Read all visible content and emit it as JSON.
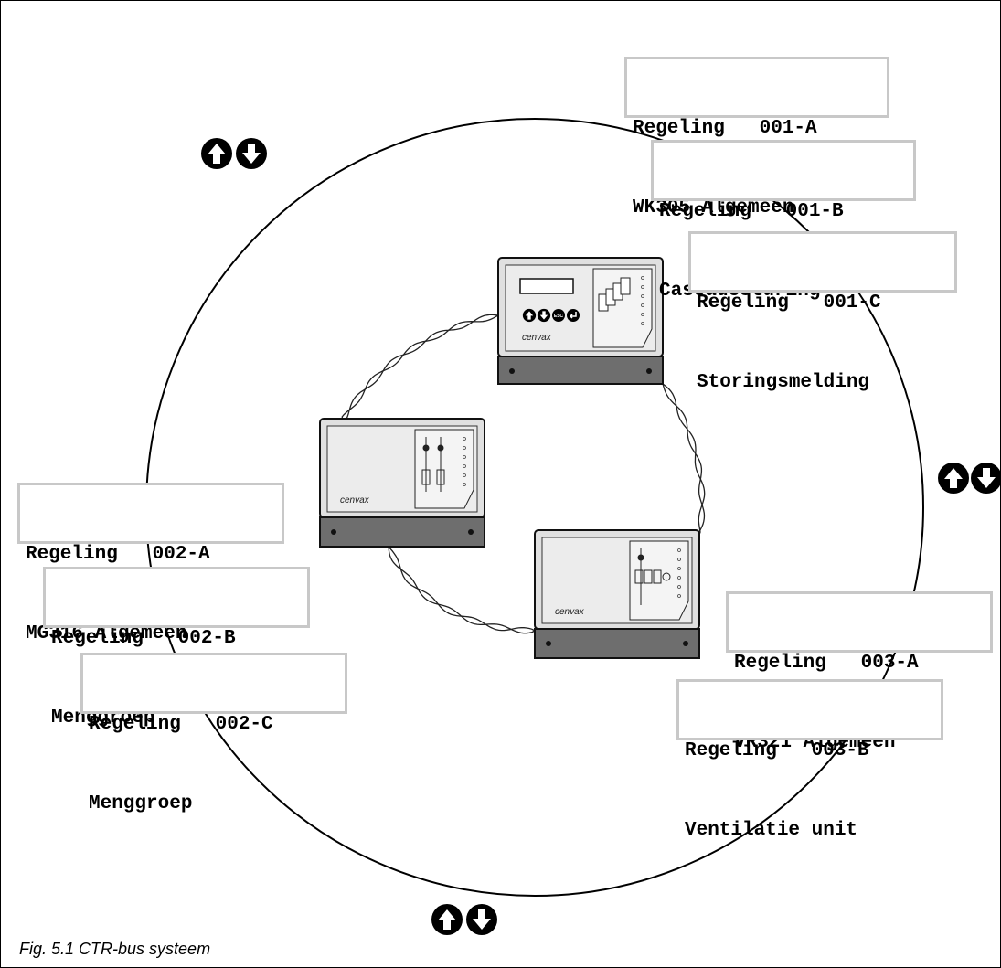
{
  "caption": "Fig. 5.1  CTR-bus systeem",
  "brand": "cenvax",
  "esc_label": "ESC",
  "panels": [
    {
      "id": "001-A",
      "line1": "Regeling   001-A",
      "line2": "WK305 Algemeen"
    },
    {
      "id": "001-B",
      "line1": "Regeling   001-B",
      "line2": "Cascadesturing"
    },
    {
      "id": "001-C",
      "line1": "Regeling   001-C",
      "line2": "Storingsmelding"
    },
    {
      "id": "002-A",
      "line1": "Regeling   002-A",
      "line2": "MG316 Algemeen"
    },
    {
      "id": "002-B",
      "line1": "Regeling   002-B",
      "line2": "Menggroep"
    },
    {
      "id": "002-C",
      "line1": "Regeling   002-C",
      "line2": "Menggroep"
    },
    {
      "id": "003-A",
      "line1": "Regeling   003-A",
      "line2": "VR321 Algemeen"
    },
    {
      "id": "003-B",
      "line1": "Regeling   003-B",
      "line2": "Ventilatie unit"
    }
  ],
  "icons": {
    "up": "arrow-up-circle-icon",
    "down": "arrow-down-circle-icon",
    "escape": "esc-circle-icon",
    "enter": "enter-circle-icon"
  },
  "colors": {
    "ring": "#000000",
    "panel_border": "#c8c8c8",
    "unit_body": "#e0e0e0",
    "unit_base": "#6e6e6e"
  }
}
